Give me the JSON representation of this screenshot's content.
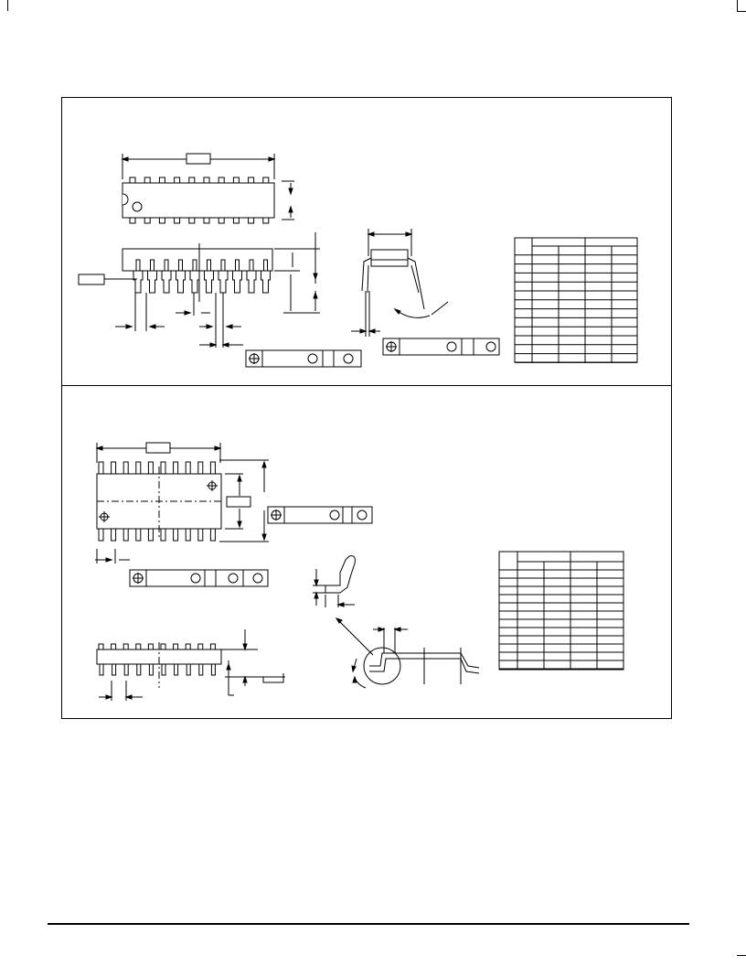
{
  "page": {
    "description_free": true
  },
  "colors": {
    "line": "#000000",
    "background": "#ffffff"
  },
  "packages": [
    {
      "id": "dip-20",
      "pins_per_side": 10
    },
    {
      "id": "soic-20",
      "pins_per_side": 10
    }
  ],
  "icons": {
    "position_symbol": "circle-cross",
    "pin1_marker": "circle"
  }
}
